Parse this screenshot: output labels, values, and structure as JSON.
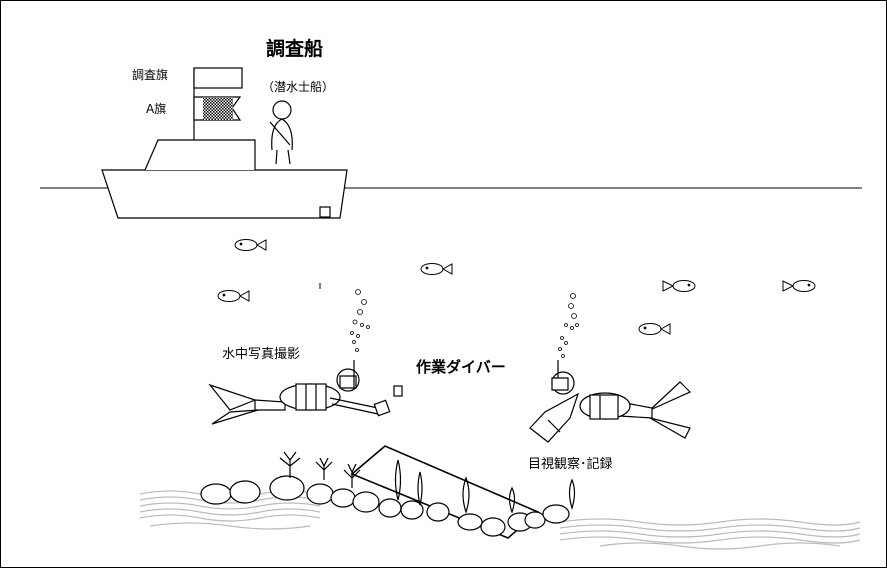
{
  "labels": {
    "ship_title": "調査船",
    "ship_subtitle": "（潜水士船）",
    "survey_flag": "調査旗",
    "a_flag": "A旗",
    "photographer": "水中写真撮影",
    "diver": "作業ダイバー",
    "observer": "目視観察･記録"
  }
}
